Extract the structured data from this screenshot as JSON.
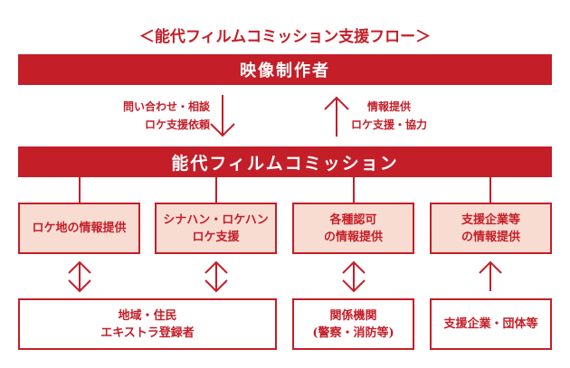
{
  "title": "＜能代フィルムコミッション支援フロー＞",
  "top_bar": "映像制作者",
  "down_note": [
    "問い合わせ・相談",
    "ロケ支援依頼"
  ],
  "up_note": [
    "情報提供",
    "ロケ支援・協力"
  ],
  "commission_bar": "能代フィルムコミッション",
  "services": [
    {
      "lines": [
        "ロケ地の情報提供"
      ]
    },
    {
      "lines": [
        "シナハン・ロケハン",
        "ロケ支援"
      ]
    },
    {
      "lines": [
        "各種認可",
        "の情報提供"
      ]
    },
    {
      "lines": [
        "支援企業等",
        "の情報提供"
      ]
    }
  ],
  "partners": [
    {
      "lines": [
        "地域・住民",
        "エキストラ登録者"
      ]
    },
    {
      "lines": [
        "関係機関",
        "(警察・消防等)"
      ]
    },
    {
      "lines": [
        "支援企業・団体等"
      ]
    }
  ],
  "colors": {
    "accent": "#c41e28",
    "box_fill": "#f8dcd2"
  }
}
